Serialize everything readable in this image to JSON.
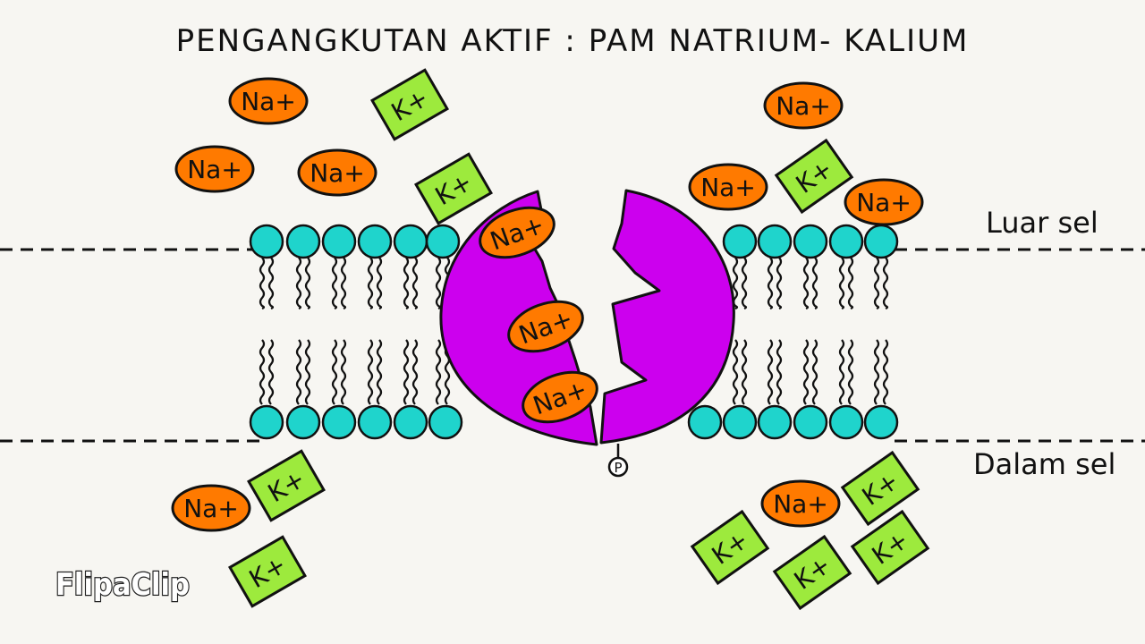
{
  "title": "PENGANGKUTAN AKTIF : PAM NATRIUM- KALIUM",
  "labels": {
    "outside": "Luar sel",
    "inside": "Dalam sel"
  },
  "ion_labels": {
    "sodium": "Na+",
    "potassium": "K+",
    "phosphate": "P"
  },
  "watermark": "FlipaClip",
  "colors": {
    "sodium": "#ff7a00",
    "potassium": "#9dea3d",
    "pump": "#cc00ee",
    "phospholipid_head": "#1fd4cc",
    "background": "#f7f6f2"
  },
  "icons": {
    "sodium": "orange-ellipse",
    "potassium": "green-tilted-square",
    "pump": "purple-split-protein",
    "phosphate": "circled-p"
  }
}
